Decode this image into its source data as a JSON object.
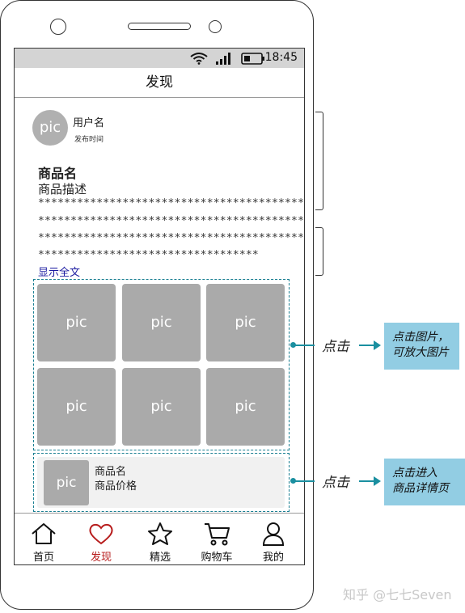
{
  "status_bar": {
    "time": "18:45",
    "icons": [
      "wifi-icon",
      "signal-icon",
      "battery-icon"
    ]
  },
  "title": "发现",
  "post": {
    "avatar_text": "pic",
    "username": "用户名",
    "post_time": "发布时间",
    "product_name": "商品名",
    "product_desc": "商品描述",
    "desc_lines": [
      "*****************************************",
      "*****************************************",
      "*****************************************",
      "**********************************"
    ],
    "show_full": "显示全文",
    "images": [
      "pic",
      "pic",
      "pic",
      "pic",
      "pic",
      "pic"
    ],
    "product_card": {
      "pic": "pic",
      "name": "商品名",
      "price": "商品价格"
    }
  },
  "tabs": [
    {
      "label": "首页",
      "icon": "home-icon",
      "active": false
    },
    {
      "label": "发现",
      "icon": "heart-icon",
      "active": true
    },
    {
      "label": "精选",
      "icon": "star-icon",
      "active": false
    },
    {
      "label": "购物车",
      "icon": "cart-icon",
      "active": false
    },
    {
      "label": "我的",
      "icon": "user-icon",
      "active": false
    }
  ],
  "annotations": [
    {
      "action": "点击",
      "note_line1": "点击图片，",
      "note_line2": "可放大图片"
    },
    {
      "action": "点击",
      "note_line1": "点击进入",
      "note_line2": "商品详情页"
    }
  ],
  "watermark": "知乎 @七七Seven",
  "colors": {
    "accent": "#1a8fa0",
    "note_bg": "#92cde3",
    "active_tab": "#b71c1c",
    "pic_gray": "#aaaaaa"
  }
}
